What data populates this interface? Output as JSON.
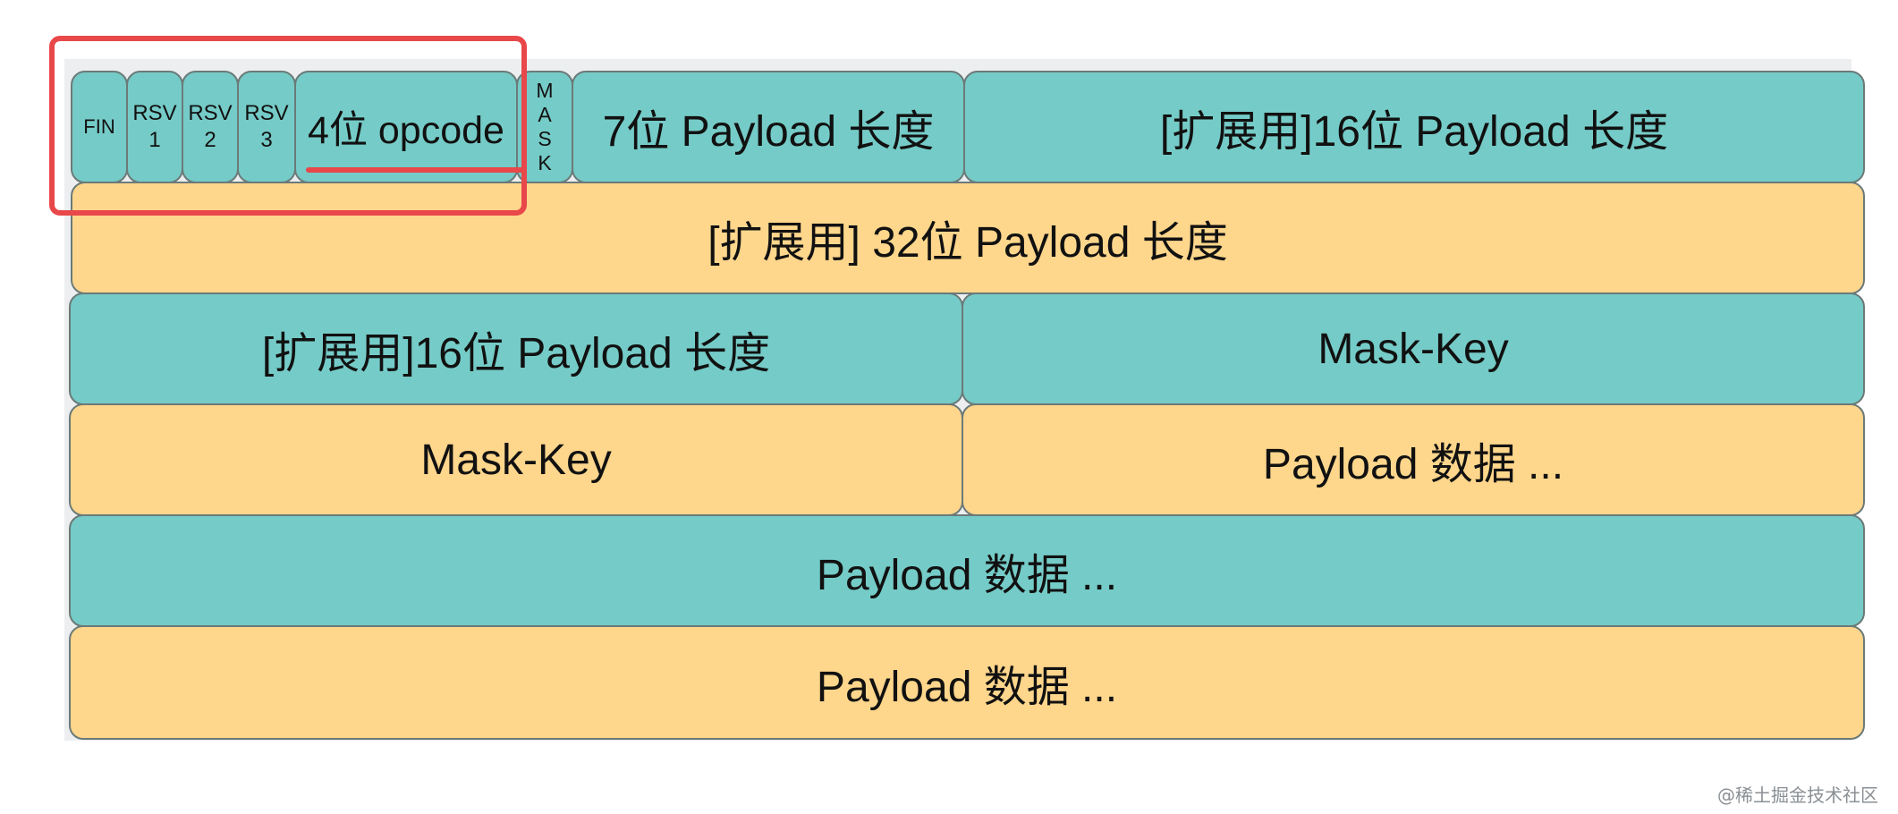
{
  "diagram": {
    "row1": {
      "fin": "FIN",
      "rsv1": "RSV\n1",
      "rsv2": "RSV\n2",
      "rsv3": "RSV\n3",
      "opcode": "4位 opcode",
      "mask": "M\nA\nS\nK",
      "payload_len_7": "7位 Payload 长度",
      "ext_16": "[扩展用]16位 Payload 长度"
    },
    "row2": {
      "ext_32": "[扩展用] 32位 Payload 长度"
    },
    "row3": {
      "ext_16": "[扩展用]16位 Payload 长度",
      "mask_key": "Mask-Key"
    },
    "row4": {
      "mask_key": "Mask-Key",
      "payload_data": "Payload 数据 ..."
    },
    "row5": {
      "payload_data": "Payload 数据 ..."
    },
    "row6": {
      "payload_data": "Payload 数据 ..."
    }
  },
  "colors": {
    "teal": "#75cbc7",
    "peach": "#fed68c",
    "highlight": "#e8484a"
  },
  "watermark": "@稀土掘金技术社区"
}
